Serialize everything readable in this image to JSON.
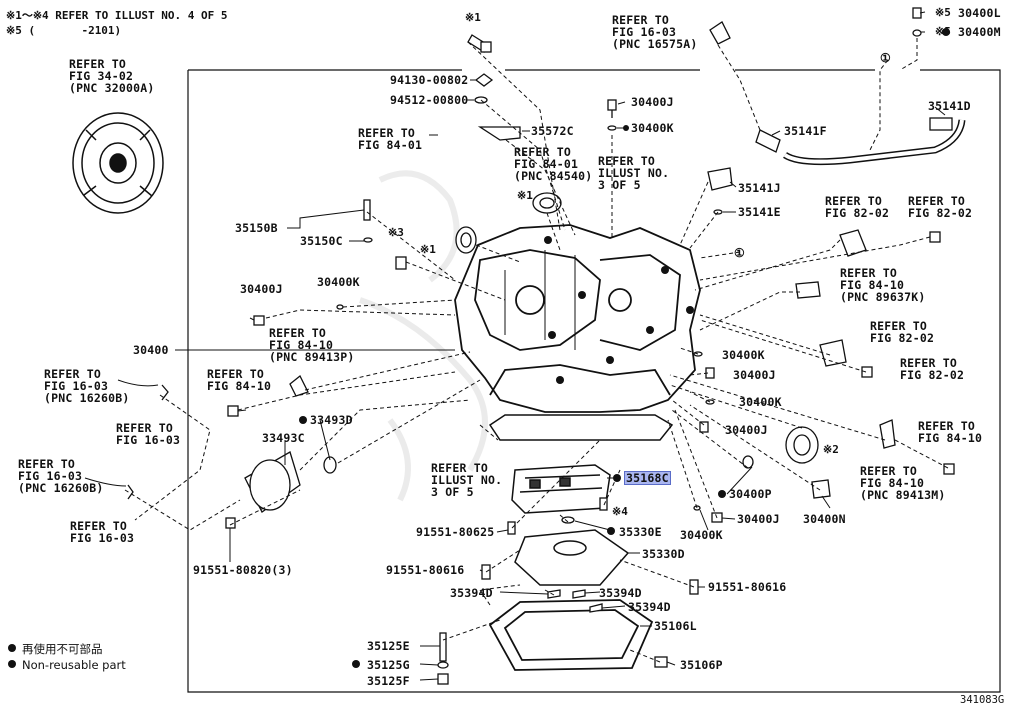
{
  "header_notes": [
    "※1～※4 REFER TO ILLUST NO. 4 OF 5",
    "※5 (       -2101)"
  ],
  "legend": {
    "item1": "再使用不可部品",
    "item2": "Non-reusable part"
  },
  "illustration_code": "341083G",
  "marks": {
    "m1": "※1",
    "m2": "※2",
    "m3": "※3",
    "m4": "※4",
    "m5": "※5",
    "circle1": "①"
  },
  "labels": {
    "ref_34_02": "REFER TO\nFIG 34-02\n(PNC 32000A)",
    "ref_16_03_top": "REFER TO\nFIG 16-03\n(PNC 16575A)",
    "p94130": "94130-00802",
    "p94512": "94512-00800",
    "p30400J_top": "30400J",
    "p30400K_top": "30400K",
    "ref_84_01_a": "REFER TO\nFIG 84-01",
    "p35572C": "35572C",
    "ref_84_01_b": "REFER TO\nFIG 84-01\n(PNC 84540)",
    "ref_illust_3of5_a": "REFER TO\nILLUST NO.\n3 OF 5",
    "p35141F": "35141F",
    "p35141D": "35141D",
    "p35141J": "35141J",
    "p35141E": "35141E",
    "p30400L": "30400L",
    "p30400M": "30400M",
    "p35150B": "35150B",
    "p35150C": "35150C",
    "ref_82_02_a": "REFER TO\nFIG 82-02",
    "ref_82_02_b": "REFER TO\nFIG 82-02",
    "p30400J_l": "30400J",
    "p30400K_l": "30400K",
    "ref_84_10_a": "REFER TO\nFIG 84-10\n(PNC 89637K)",
    "ref_84_10_b": "REFER TO\nFIG 84-10\n(PNC 89413P)",
    "p30400": "30400",
    "ref_82_02_c": "REFER TO\nFIG 82-02",
    "ref_82_02_d": "REFER TO\nFIG 82-02",
    "ref_16_03_a": "REFER TO\nFIG 16-03\n(PNC 16260B)",
    "ref_16_03_b": "REFER TO\nFIG 16-03",
    "ref_84_10_c": "REFER TO\nFIG 84-10",
    "p30400K_r1": "30400K",
    "p30400J_r1": "30400J",
    "p30400K_r2": "30400K",
    "p30400J_r2": "30400J",
    "p33493D": "33493D",
    "p33493C": "33493C",
    "ref_84_10_d": "REFER TO\nFIG 84-10",
    "ref_84_10_e": "REFER TO\nFIG 84-10\n(PNC 89413M)",
    "ref_16_03_c": "REFER TO\nFIG 16-03\n(PNC 16260B)",
    "ref_16_03_d": "REFER TO\nFIG 16-03",
    "ref_illust_3of5_b": "REFER TO\nILLUST NO.\n3 OF 5",
    "p35168C": "35168C",
    "p30400P": "30400P",
    "p30400J_r3": "30400J",
    "p30400N": "30400N",
    "p30400K_r3": "30400K",
    "p91551_80625": "91551-80625",
    "p35330E": "35330E",
    "p91551_80820": "91551-80820(3)",
    "p35330D": "35330D",
    "p91551_80616_a": "91551-80616",
    "p91551_80616_b": "91551-80616",
    "p35394D_a": "35394D",
    "p35394D_b": "35394D",
    "p35394D_c": "35394D",
    "p35106L": "35106L",
    "p35125E": "35125E",
    "p35125G": "35125G",
    "p35125F": "35125F",
    "p35106P": "35106P"
  },
  "colors": {
    "line": "#111111",
    "highlight": "#aab6f0",
    "watermark": "#d9d9d9"
  }
}
